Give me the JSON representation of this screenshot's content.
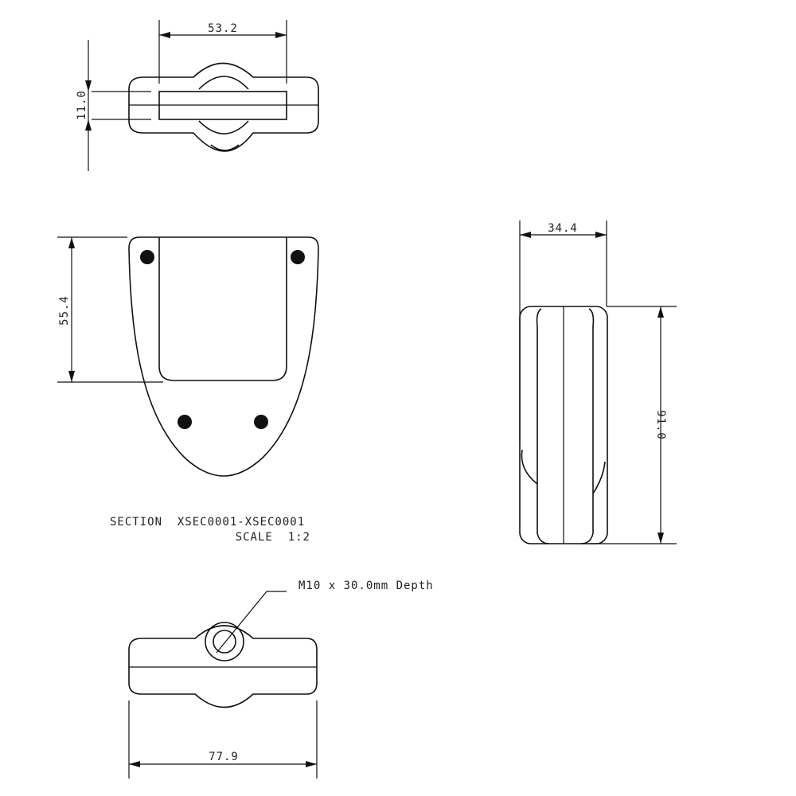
{
  "drawing": {
    "top_view": {
      "width_dim": "53.2",
      "thickness_dim": "11.0"
    },
    "front_view": {
      "height_dim": "55.4"
    },
    "section_label": "SECTION  XSEC0001-XSEC0001",
    "scale_label": "SCALE  1:2",
    "side_view": {
      "width_dim": "34.4",
      "height_dim": "91.0"
    },
    "bottom_view": {
      "width_dim": "77.9",
      "thread_note": "M10 x 30.0mm Depth"
    }
  }
}
